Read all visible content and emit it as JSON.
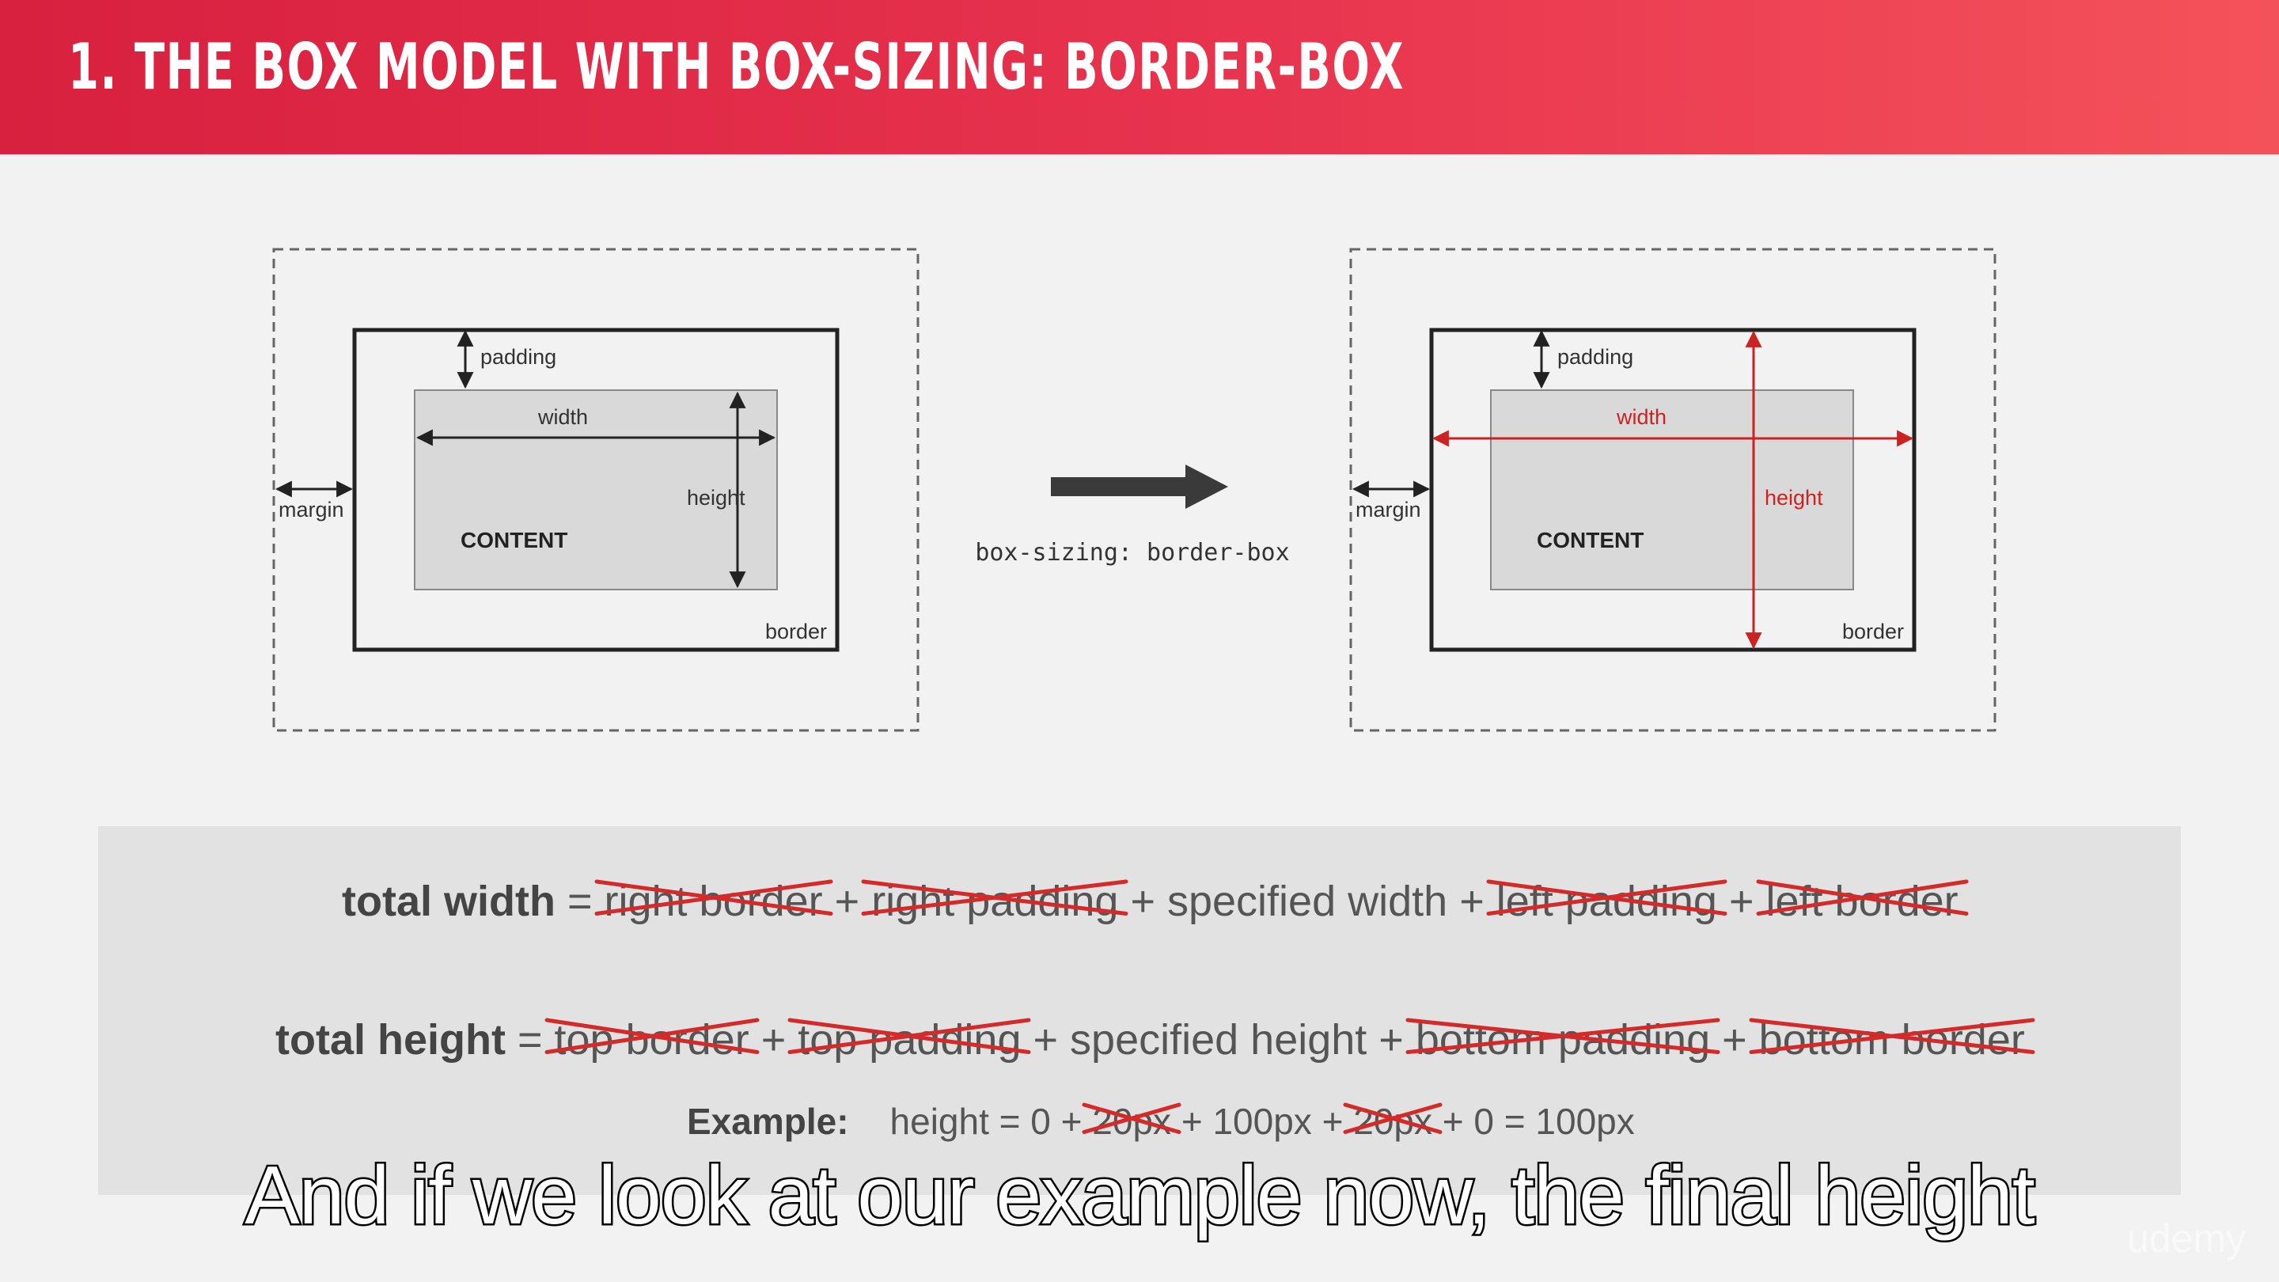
{
  "header": {
    "title": "1. THE BOX MODEL WITH BOX-SIZING: BORDER-BOX"
  },
  "diagram": {
    "left": {
      "padding": "padding",
      "width": "width",
      "height": "height",
      "margin": "margin",
      "content": "CONTENT",
      "border": "border"
    },
    "arrow_caption": "box-sizing: border-box",
    "right": {
      "padding": "padding",
      "width": "width",
      "height": "height",
      "margin": "margin",
      "content": "CONTENT",
      "border": "border"
    },
    "colors": {
      "red": "#cc2222",
      "dark": "#222222"
    }
  },
  "formulas": {
    "width": {
      "label": "total width",
      "eq": " = ",
      "t1": "right border",
      "p1": " + ",
      "t2": "right padding",
      "p2": " + specified width + ",
      "t3": "left padding",
      "p3": " + ",
      "t4": "left border"
    },
    "height": {
      "label": "total height",
      "eq": " = ",
      "t1": "top border",
      "p1": " + ",
      "t2": "top padding",
      "p2": " + specified height + ",
      "t3": "bottom padding",
      "p3": " + ",
      "t4": "bottom border"
    },
    "example": {
      "label": "Example:",
      "a": "height = 0 + ",
      "x1": "20px",
      "b": " + 100px + ",
      "x2": "20px",
      "c": " + 0 = 100px"
    }
  },
  "subtitle": "And if we look at our example now, the final height",
  "watermark": "udemy"
}
